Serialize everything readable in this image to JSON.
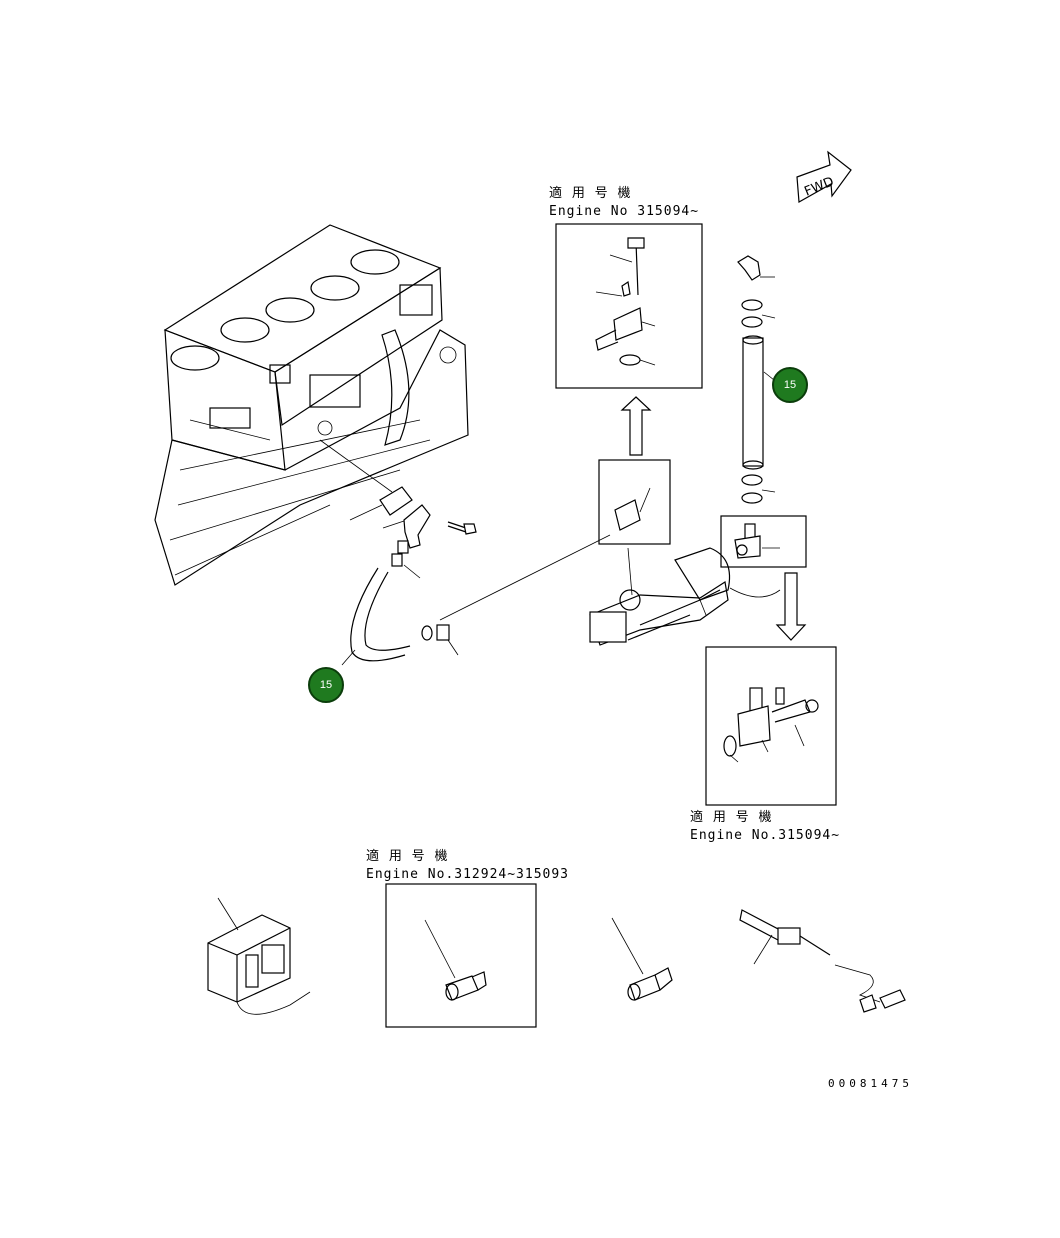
{
  "direction_marker": {
    "text": "FWD"
  },
  "applicability_top": {
    "line1": "適 用 号 機",
    "line2": "Engine No 315094~"
  },
  "applicability_right": {
    "line1": "適 用 号 機",
    "line2": "Engine No.315094~"
  },
  "applicability_bottom": {
    "line1": "適 用 号 機",
    "line2": "Engine No.312924~315093"
  },
  "callouts": [
    {
      "label": "15"
    },
    {
      "label": "15"
    }
  ],
  "drawing_number": "00081475",
  "colors": {
    "callout_fill": "#1f7a1f",
    "line": "#000000"
  }
}
